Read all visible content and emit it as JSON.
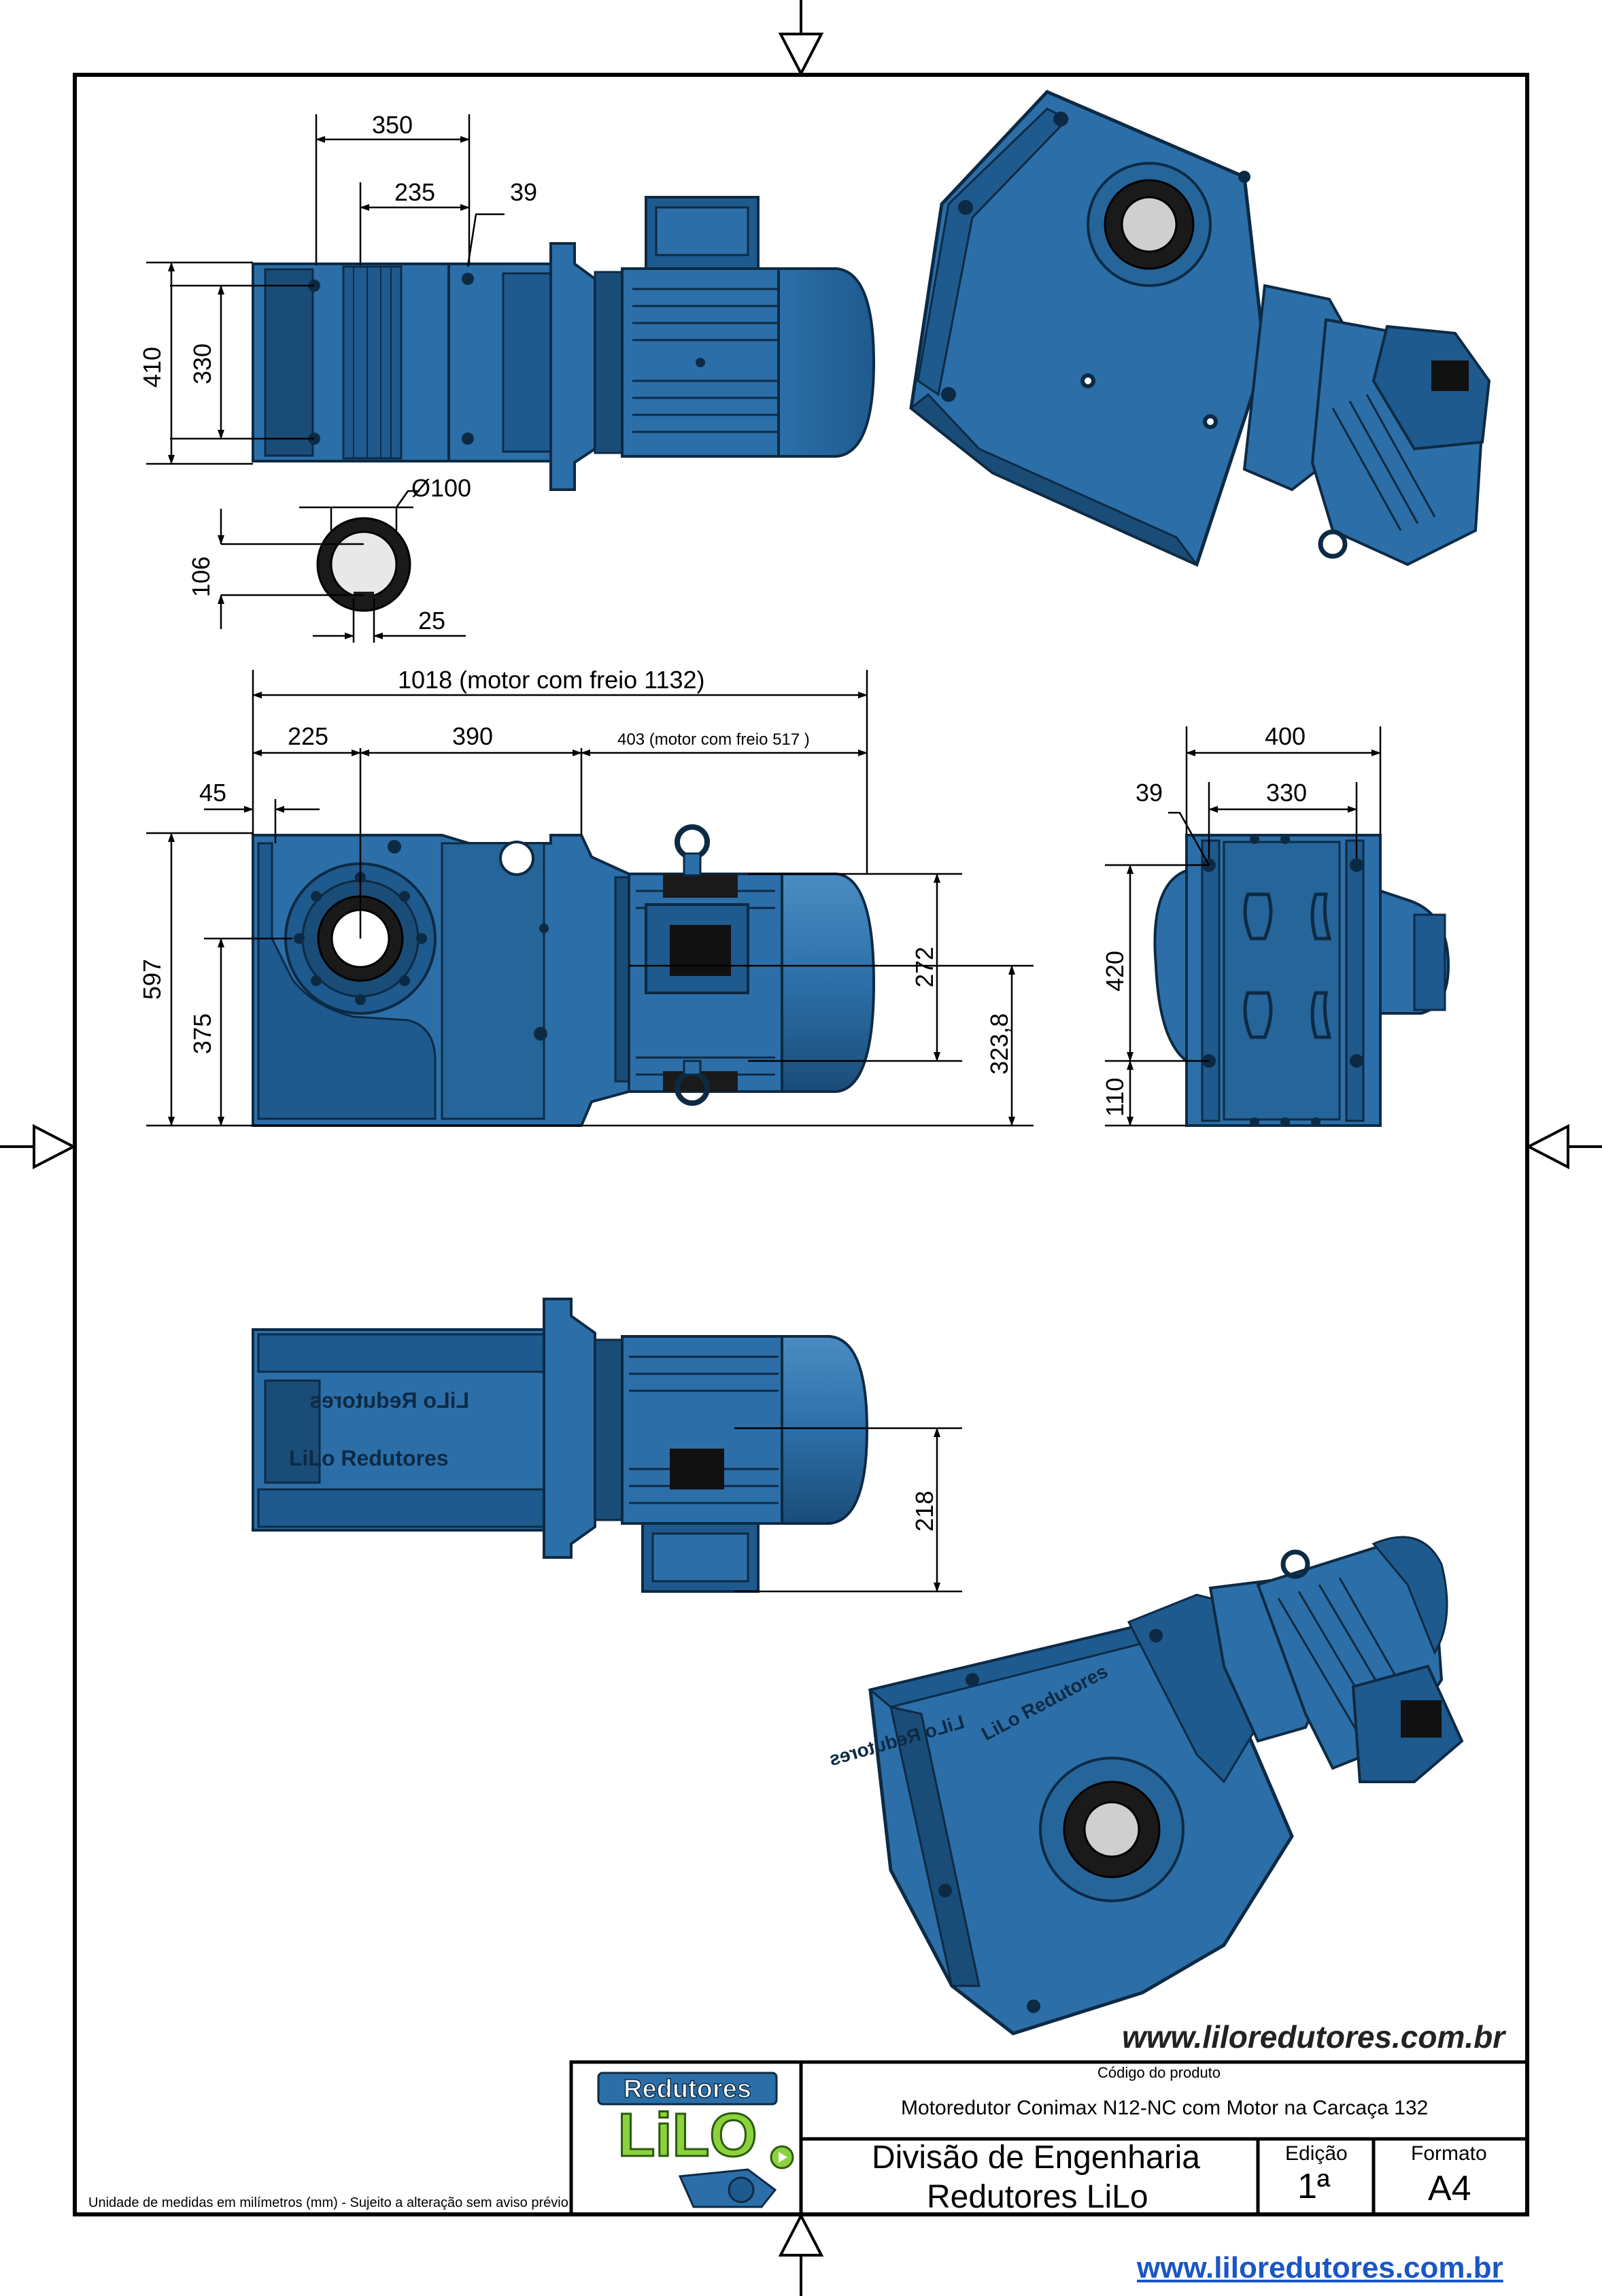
{
  "top_view": {
    "dims": {
      "d350": "350",
      "d235": "235",
      "d39": "39",
      "d410": "410",
      "d330": "330",
      "dshaft": "Ø100",
      "d106": "106",
      "d25": "25"
    }
  },
  "front_view": {
    "dims": {
      "total": "1018 (motor com freio 1132)",
      "d225": "225",
      "d390": "390",
      "motor": "403 (motor com freio 517 )",
      "d45": "45",
      "d597": "597",
      "d375": "375",
      "d272": "272",
      "d323": "323,8"
    }
  },
  "side_view": {
    "dims": {
      "d400": "400",
      "d39": "39",
      "d330": "330",
      "d420": "420",
      "d110": "110"
    }
  },
  "bottom_view": {
    "dims": {
      "d218": "218"
    },
    "engraving_1": "LiLo Redutores",
    "engraving_2": "LiLo Redutores"
  },
  "iso_view": {
    "engraving_1": "LiLo Redutores",
    "engraving_2": "LiLo Redutores"
  },
  "title_block": {
    "logo_line1": "Redutores",
    "logo_line2": "LiLO",
    "code_label": "Código do produto",
    "product": "Motoredutor Conimax N12-NC com Motor na Carcaça 132",
    "division_line1": "Divisão de Engenharia",
    "division_line2": "Redutores LiLo",
    "edition_label": "Edição",
    "edition_value": "1ª",
    "format_label": "Formato",
    "format_value": "A4"
  },
  "sheet_url": "www.liloredutores.com.br",
  "footer_note": "Unidade de medidas em milímetros (mm) - Sujeito a alteração sem aviso prévio",
  "footer_url": "www.liloredutores.com.br",
  "colors": {
    "body": "#2c6fa8",
    "body_dark": "#1a4c78",
    "body_light": "#4a8cc2",
    "outline": "#0d2a44"
  }
}
